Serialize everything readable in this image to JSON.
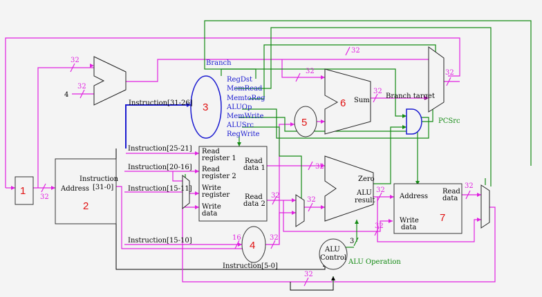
{
  "blocks": {
    "pc": {
      "label": "1"
    },
    "instr_mem": {
      "label": "2",
      "address": "Address",
      "instruction": "Instruction",
      "range": "[31-0]"
    },
    "control": {
      "label": "3"
    },
    "sign_ext": {
      "label": "4"
    },
    "shift": {
      "label": "5"
    },
    "branch_adder": {
      "label": "6",
      "sum": "Sum"
    },
    "data_mem": {
      "label": "7",
      "address": "Address",
      "read_data_1": "Read",
      "read_data_2": "data",
      "write_data_1": "Write",
      "write_data_2": "data"
    },
    "alu_control": {
      "line1": "ALU",
      "line2": "Control"
    },
    "regfile": {
      "read_reg1_a": "Read",
      "read_reg1_b": "register 1",
      "read_reg2_a": "Read",
      "read_reg2_b": "register 2",
      "write_reg_a": "Write",
      "write_reg_b": "register",
      "write_data_a": "Write",
      "write_data_b": "data",
      "read_data1_a": "Read",
      "read_data1_b": "data 1",
      "read_data2_a": "Read",
      "read_data2_b": "data 2"
    },
    "alu": {
      "zero": "Zero",
      "result_a": "ALU",
      "result_b": "result"
    }
  },
  "control_signals": [
    "RegDst",
    "MemRead",
    "MemtoReg",
    "ALUOp",
    "MemWrite",
    "ALUSrc",
    "RegWrite"
  ],
  "labels": {
    "branch": "Branch",
    "branch_target": "Branch target",
    "pcsrc": "PCSrc",
    "alu_operation": "ALU Operation",
    "const4": "4",
    "const3": "3",
    "instr_31_26": "Instruction[31-26]",
    "instr_25_21": "Instruction[25-21]",
    "instr_20_16": "Instruction[20-16]",
    "instr_15_11": "Instruction[15-11]",
    "instr_15_10": "Instruction[15-10]",
    "instr_5_0": "Instruction[5-0]"
  },
  "bus_widths": {
    "w32": "32",
    "w16": "16"
  },
  "colors": {
    "data_wire": "#e020e0",
    "control_wire": "#138a13",
    "instruction_wire": "#1a1ad0",
    "block_number": "#e01010"
  }
}
